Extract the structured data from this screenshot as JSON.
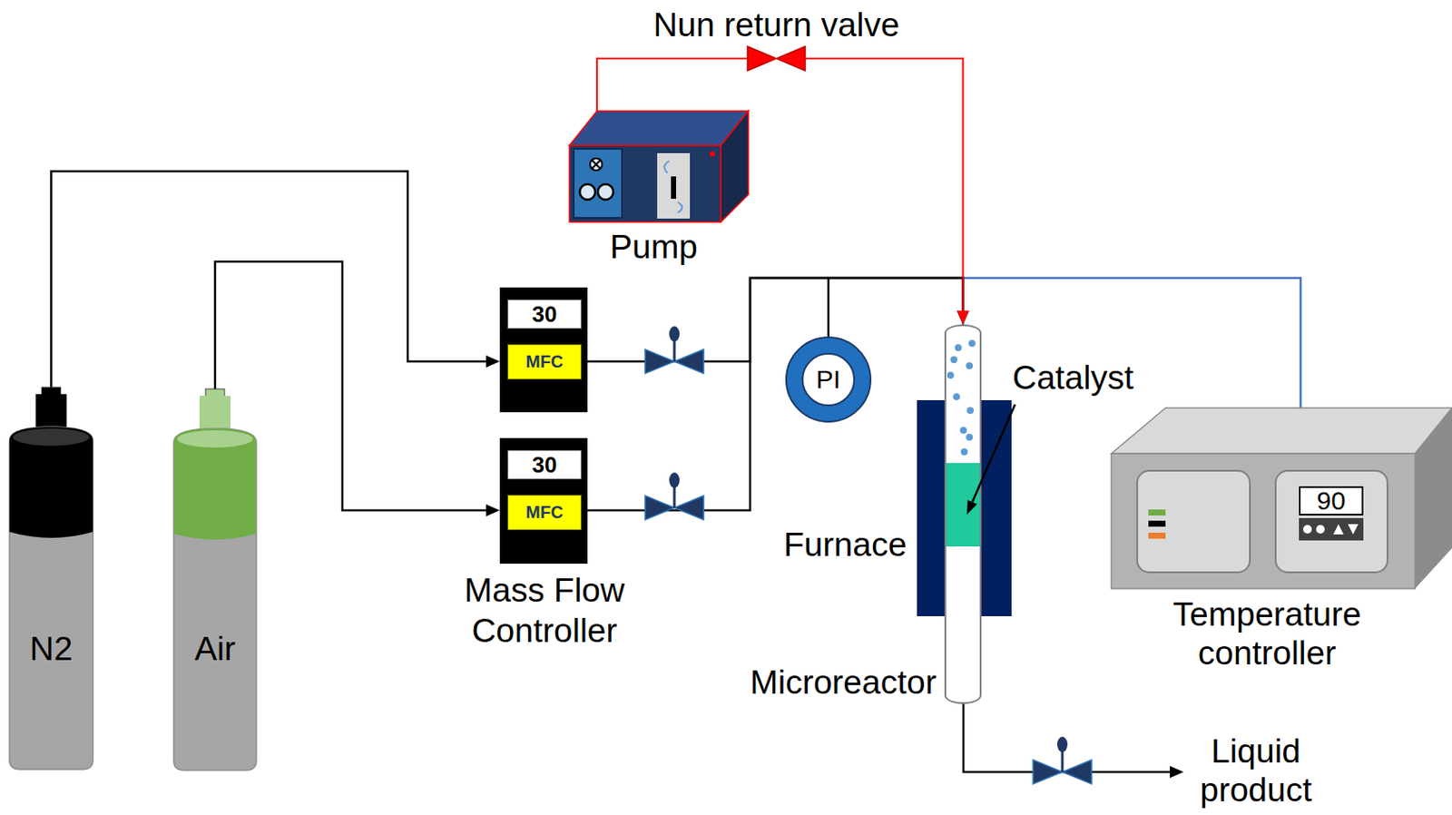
{
  "diagram": {
    "nodes": [
      {
        "text": [
          "N2"
        ]
      },
      {
        "text": [
          "Air"
        ]
      },
      {
        "text": [
          "Pump"
        ]
      },
      {
        "text": [
          "Nun return valve"
        ]
      },
      {
        "text": [
          "30",
          "MFC"
        ]
      },
      {
        "text": [
          "30",
          "MFC"
        ]
      },
      {
        "text": [
          "PI"
        ]
      },
      {
        "text": [
          "Microreactor"
        ]
      },
      {
        "text": [
          "Catalyst"
        ],
        "in": 7
      },
      {
        "text": [
          "Furnace"
        ]
      },
      {
        "text": [
          "90",
          "Temperature controller"
        ]
      }
    ],
    "edges": [
      {
        "from": 0,
        "to": 4,
        "arrow": "to"
      },
      {
        "from": 1,
        "to": 5,
        "arrow": "to"
      },
      {
        "from": 4,
        "to": 7,
        "arrow": "to"
      },
      {
        "from": 5,
        "to": 7,
        "arrow": "to"
      },
      {
        "from": 2,
        "to": 3,
        "arrow": "none"
      },
      {
        "from": 3,
        "to": 7,
        "arrow": "to"
      },
      {
        "from": 10,
        "to": 7,
        "arrow": "none"
      }
    ],
    "labels": [
      "Mass Flow Controller",
      "Liquid product"
    ]
  }
}
